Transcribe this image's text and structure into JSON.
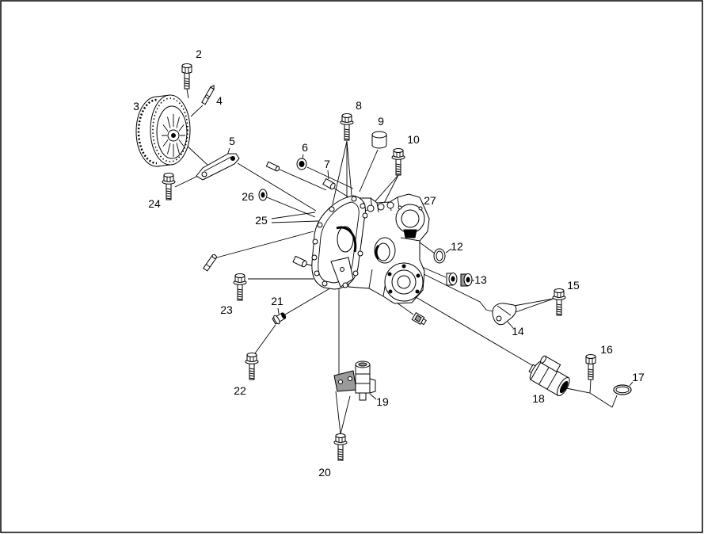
{
  "diagram": {
    "callouts": [
      "2",
      "3",
      "4",
      "5",
      "6",
      "7",
      "8",
      "9",
      "10",
      "12",
      "13",
      "14",
      "15",
      "16",
      "17",
      "18",
      "19",
      "20",
      "21",
      "22",
      "23",
      "24",
      "25",
      "26",
      "27"
    ]
  },
  "colors": {
    "ink": "#000000",
    "paper": "#ffffff"
  }
}
